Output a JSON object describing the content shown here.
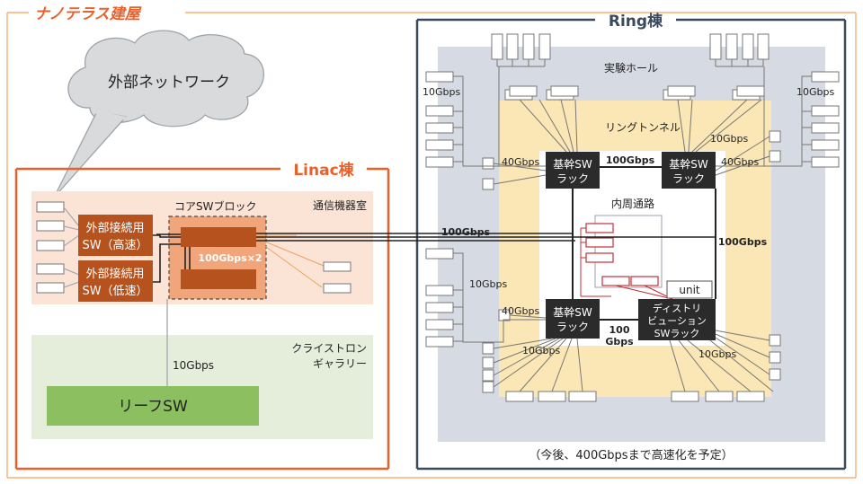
{
  "building_title": "ナノテラス建屋",
  "external_network": "外部ネットワーク",
  "linac": {
    "title": "Linac棟",
    "comm_room": "通信機器室",
    "core_block": "コアSWブロック",
    "ext_sw_fast": [
      "外部接続用",
      "SW（高速）"
    ],
    "ext_sw_slow": [
      "外部接続用",
      "SW（低速）"
    ],
    "core_link": "100Gbps×2",
    "cyclotron": [
      "クライストロン",
      "ギャラリー"
    ],
    "leaf_link": "10Gbps",
    "leaf_sw": "リーフSW"
  },
  "ring": {
    "title": "Ring棟",
    "hall": "実験ホール",
    "tunnel": "リングトンネル",
    "inner_path": "内周通路",
    "trunk_rack": [
      "基幹SW",
      "ラック"
    ],
    "dist_rack": [
      "ディストリ",
      "ビューション",
      "SWラック"
    ],
    "unit": "unit",
    "speeds": {
      "g10": "10Gbps",
      "g40": "40Gbps",
      "g100": "100Gbps",
      "g100_a": "100",
      "g100_b": "Gbps"
    },
    "footnote": "（今後、400Gbpsまで高速化を予定）"
  },
  "colors": {
    "orange": "#e8612c",
    "navy": "#3a4a5e",
    "ring_gray": "#d6dae2",
    "tunnel_yellow": "#fbe7b5",
    "comm_peach": "#fbe3d6",
    "gallery_green": "#e5eedb",
    "leaf_green": "#8cbf5f",
    "switch_brown": "#b5521d",
    "rack_dark": "#2b2b2b",
    "inner_red": "#c0313a"
  }
}
